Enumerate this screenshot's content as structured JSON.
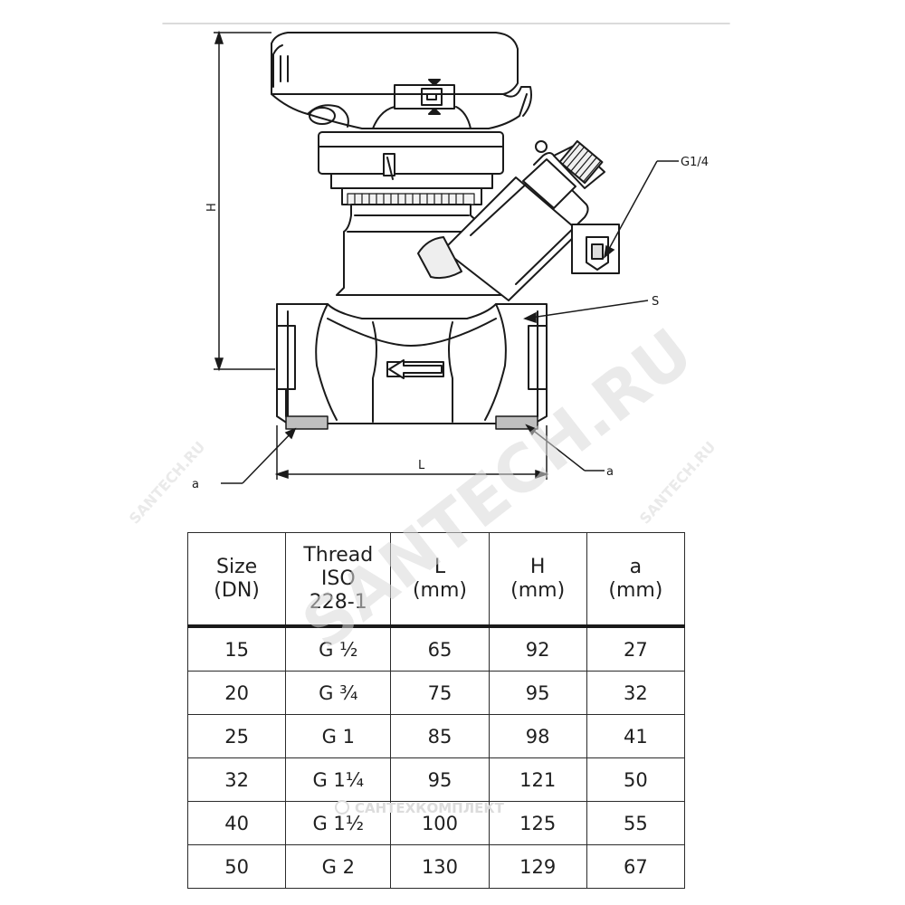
{
  "drawing": {
    "labels": {
      "h": "H",
      "l": "L",
      "g14": "G1/4",
      "s": "S",
      "a_left": "a",
      "a_right": "a"
    },
    "arrow": "flow-direction-arrow"
  },
  "table": {
    "headers": [
      [
        "Size",
        "(DN)"
      ],
      [
        "Thread",
        "ISO",
        "228-1"
      ],
      [
        "L",
        "(mm)"
      ],
      [
        "H",
        "(mm)"
      ],
      [
        "a",
        "(mm)"
      ]
    ],
    "rows": [
      [
        "15",
        "G ½",
        "65",
        "92",
        "27"
      ],
      [
        "20",
        "G ¾",
        "75",
        "95",
        "32"
      ],
      [
        "25",
        "G 1",
        "85",
        "98",
        "41"
      ],
      [
        "32",
        "G 1¼",
        "95",
        "121",
        "50"
      ],
      [
        "40",
        "G 1½",
        "100",
        "125",
        "55"
      ],
      [
        "50",
        "G 2",
        "130",
        "129",
        "67"
      ]
    ]
  },
  "watermarks": {
    "main": "SANTECH.RU",
    "small_left": "SANTECH.RU",
    "small_right": "SANTECH.RU",
    "company": "САНТЕХКОМПЛЕКТ"
  },
  "colors": {
    "line": "#1a1a1a",
    "watermark": "#d8d8d8",
    "shade": "#bfbfbf"
  }
}
